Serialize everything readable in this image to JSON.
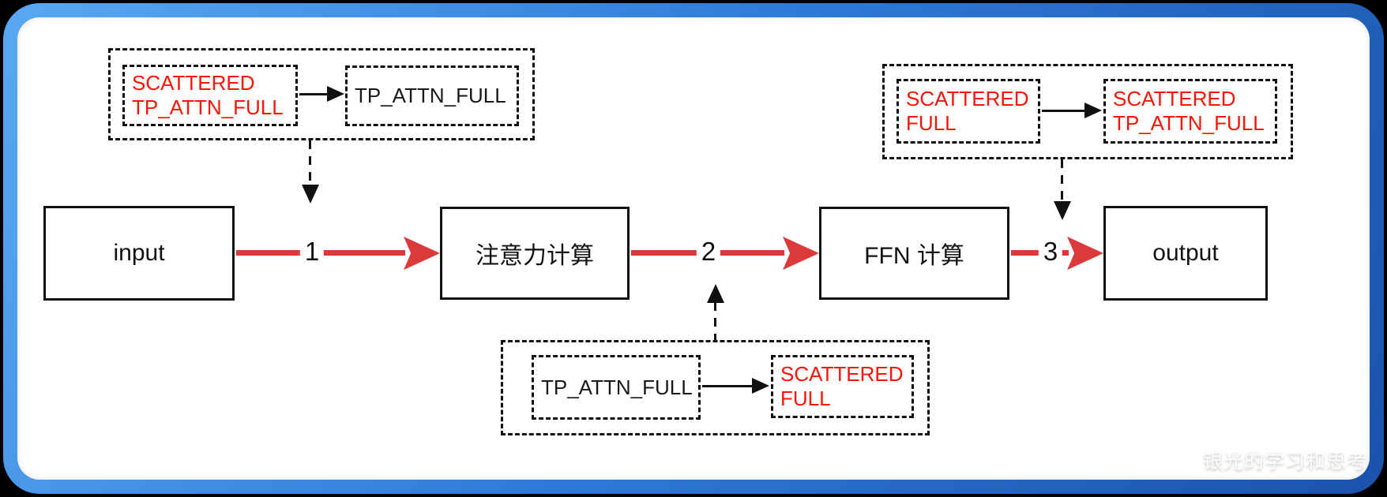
{
  "diagram": {
    "nodes": [
      {
        "id": "input",
        "label": "input"
      },
      {
        "id": "attention",
        "label": "注意力计算"
      },
      {
        "id": "ffn",
        "label": "FFN 计算"
      },
      {
        "id": "output",
        "label": "output"
      }
    ],
    "steps": [
      {
        "label": "1"
      },
      {
        "label": "2"
      },
      {
        "label": "3"
      }
    ]
  },
  "annotations": {
    "step1": {
      "source": {
        "line1": "SCATTERED",
        "line2": "TP_ATTN_FULL",
        "color": "#fa1408"
      },
      "target": {
        "line1": "TP_ATTN_FULL",
        "line2": "",
        "color": "#1a1a1a"
      }
    },
    "step2": {
      "source": {
        "line1": "TP_ATTN_FULL",
        "line2": "",
        "color": "#1a1a1a"
      },
      "target": {
        "line1": "SCATTERED",
        "line2": "FULL",
        "color": "#fa1408"
      }
    },
    "step3": {
      "source": {
        "line1": "SCATTERED",
        "line2": "FULL",
        "color": "#fa1408"
      },
      "target": {
        "line1": "SCATTERED",
        "line2": "TP_ATTN_FULL",
        "color": "#fa1408"
      }
    }
  },
  "watermark": {
    "text": "银光的学习和思考"
  },
  "colors": {
    "flow_arrow_red": "#dc3a3a",
    "annotation_red": "#fa1408",
    "node_outline": "#111111",
    "border_gradient_start": "#58a8f2",
    "border_gradient_end": "#1a53ac",
    "canvas_background": "#ffffff",
    "page_background": "#000000"
  }
}
